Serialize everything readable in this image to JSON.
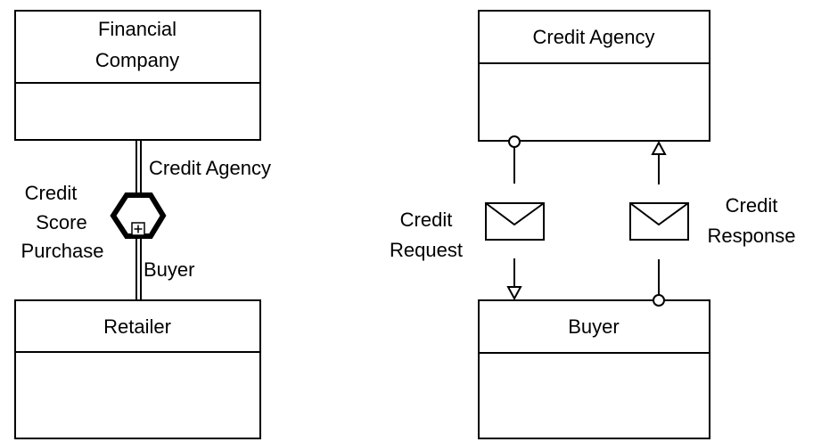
{
  "left": {
    "participant_top": {
      "label_line1": "Financial",
      "label_line2": "Company"
    },
    "participant_bottom": {
      "label": "Retailer"
    },
    "role_top": "Credit Agency",
    "role_bottom": "Buyer",
    "collaboration": {
      "line1": "Credit",
      "line2": "Score",
      "line3": "Purchase"
    }
  },
  "right": {
    "participant_top": {
      "label": "Credit Agency"
    },
    "participant_bottom": {
      "label": "Buyer"
    },
    "message_request": {
      "line1": "Credit",
      "line2": "Request"
    },
    "message_response": {
      "line1": "Credit",
      "line2": "Response"
    }
  }
}
